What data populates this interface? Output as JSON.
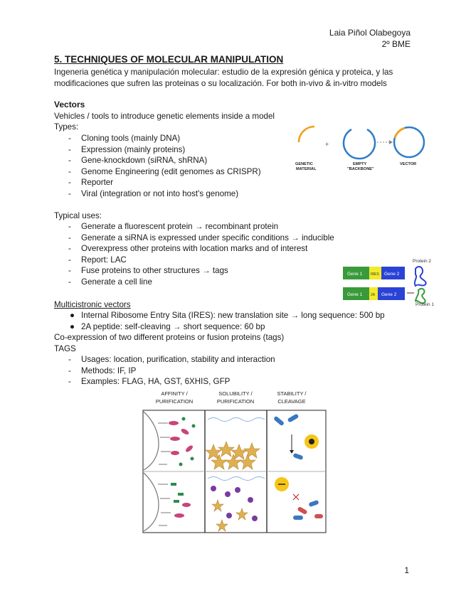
{
  "header": {
    "author": "Laia Piñol Olabegoya",
    "course": "2º BME"
  },
  "title": "5. TECHNIQUES OF MOLECULAR MANIPULATION",
  "intro": {
    "line1": "Ingeneria genética y manipulación molecular: estudio de la expresión génica y proteica, y las",
    "line2": "modificaciones que sufren las proteinas o su localización. For both in-vivo & in-vitro models"
  },
  "vectors": {
    "heading": "Vectors",
    "definition": "Vehicles / tools to introduce genetic elements inside a model",
    "types_label": "Types:",
    "types": [
      "Cloning tools (mainly DNA)",
      "Expression (mainly proteins)",
      "Gene-knockdown (siRNA, shRNA)",
      "Genome Engineering (edit genomes as CRISPR)",
      "Reporter",
      "Viral (integration or not into host's genome)"
    ],
    "uses_label": "Typical uses:",
    "uses": [
      "Generate a fluorescent protein → recombinant protein",
      "Generate a siRNA is expressed under specific conditions → inducible",
      "Overexpress other proteins with location marks and of interest",
      "Report: LAC",
      "Fuse proteins to other structures → tags",
      "Generate a cell line"
    ]
  },
  "vector_figure": {
    "label1a": "GENETIC",
    "label1b": "MATERIAL",
    "label2a": "EMPTY",
    "label2b": "\"BACKBONE\"",
    "label3": "VECTOR",
    "plus": "+"
  },
  "multicistronic": {
    "heading": "Multicistronic vectors",
    "items": [
      "Internal Ribosome Entry Sita (IRES): new translation site → long sequence: 500 bp",
      "2A peptide: self-cleaving → short sequence: 60 bp"
    ],
    "coexpression": "Co-expression of two different proteins or fusion proteins (tags)"
  },
  "gene_figure": {
    "gene1": "Gene 1",
    "ires": "IRES",
    "gene2": "Gene 2",
    "twoa": "2A",
    "protein2": "Protein 2",
    "protein1": "Protein 1"
  },
  "tags": {
    "heading": "TAGS",
    "items": [
      "Usages: location, purification, stability and interaction",
      "Methods: IF, IP",
      "Examples: FLAG, HA, GST, 6XHIS, GFP"
    ]
  },
  "tags_figure": {
    "col1a": "AFFINITY /",
    "col1b": "PURIFICATION",
    "col2a": "SOLUBILITY /",
    "col2b": "PURIFICATION",
    "col3a": "STABILITY /",
    "col3b": "CLEAVAGE"
  },
  "page_number": "1"
}
